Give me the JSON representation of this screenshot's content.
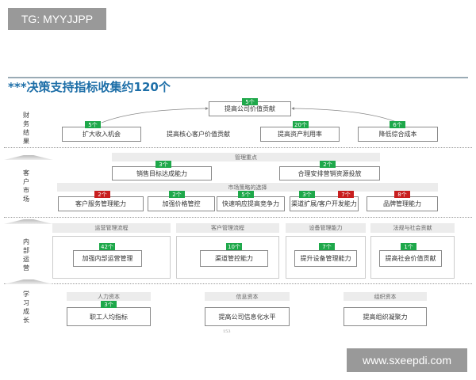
{
  "watermarks": {
    "top_left": "TG: MYYJJPP",
    "bottom_right": "www.sxeepdi.com"
  },
  "title": "***决策支持指标收集约120个",
  "page_number": "153",
  "colors": {
    "title": "#1e6fa8",
    "green_badge": "#1ea84a",
    "red_badge": "#c81e1e"
  },
  "financial": {
    "label": "财务结果",
    "top": {
      "text": "提高公司价值贡献",
      "badge": "5个"
    },
    "items": [
      {
        "text": "扩大收入机会",
        "badge": "5个"
      },
      {
        "text": "提高核心客户价值贡献"
      },
      {
        "text": "提高资产利用率",
        "badge": "20个"
      },
      {
        "text": "降低综合成本",
        "badge": "6个"
      }
    ]
  },
  "customer": {
    "label": "客户市场",
    "header1": "管理重点",
    "row1": [
      {
        "text": "销售目标达成能力",
        "badge": "3个"
      },
      {
        "text": "合理安排营销资源投放",
        "badge": "2个"
      }
    ],
    "header2": "市场策略的选择",
    "row2": [
      {
        "text": "客户服务管理能力",
        "badge": "2个"
      },
      {
        "text": "加强价格管控",
        "badge": "2个"
      },
      {
        "text": "快速响应提高竞争力",
        "badge": "5个"
      },
      {
        "text": "渠道扩展/客户开发能力",
        "badge": "3个",
        "badge2": "7个"
      },
      {
        "text": "品牌管理能力",
        "badge": "8个"
      }
    ]
  },
  "internal": {
    "label": "内部运营",
    "groups": [
      {
        "header": "运营管理流程",
        "text": "加强内部运营管理",
        "badge": "42个"
      },
      {
        "header": "客户管理流程",
        "text": "渠道管控能力",
        "badge": "10个"
      },
      {
        "header": "设备管理能力",
        "text": "提升设备管理能力",
        "badge": "7个"
      },
      {
        "header": "法规与社会贡献",
        "text": "提高社会价值贡献",
        "badge": "1个"
      }
    ]
  },
  "learning": {
    "label": "学习成长",
    "groups": [
      {
        "header": "人力资本",
        "text": "职工人均指标",
        "badge": "3个"
      },
      {
        "header": "信息资本",
        "text": "提高公司信息化水平"
      },
      {
        "header": "组织资本",
        "text": "提高组织凝聚力"
      }
    ]
  }
}
